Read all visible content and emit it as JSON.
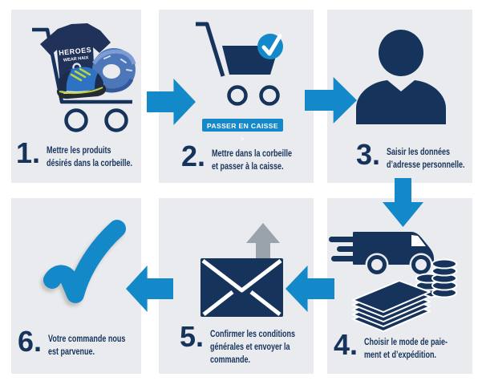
{
  "colors": {
    "page_bg": "#ffffff",
    "panel_bg": "#e9ebee",
    "navy": "#16335c",
    "blue": "#1489c9",
    "arrow_gray": "#9aa3ab",
    "shirt_navy": "#20315a",
    "scarf_blue": "#4e77ba",
    "scarf_light": "#7d9cd4",
    "scarf_dark": "#33589c",
    "shoe_blue": "#2e72c4",
    "shoe_dark": "#1d2b4d",
    "sole_dark": "#262b33",
    "lime": "#b9d53c"
  },
  "steps": [
    {
      "number": "1.",
      "lines": [
        "Mettre les produits",
        "désirés dans la corbeille."
      ],
      "icon": "shopping-cart-with-products",
      "product_print": [
        "HEROES",
        "WEAR HAIX"
      ]
    },
    {
      "number": "2.",
      "lines": [
        "Mettre dans la corbeille",
        "et passer à la caisse."
      ],
      "icon": "shopping-cart-checked",
      "button_label": "PASSER EN CAISSE >"
    },
    {
      "number": "3.",
      "lines": [
        "Saisir les données",
        "d’adresse personnelle."
      ],
      "icon": "person"
    },
    {
      "number": "4.",
      "lines": [
        "Choisir le mode de paie-",
        "ment et d’expédition."
      ],
      "icon": "delivery-van-and-money"
    },
    {
      "number": "5.",
      "lines": [
        "Confirmer les conditions",
        "générales et envoyer la",
        "commande."
      ],
      "icon": "envelope-send"
    },
    {
      "number": "6.",
      "lines": [
        "Votre commande nous",
        "est parvenue."
      ],
      "icon": "checkmark"
    }
  ],
  "arrows": [
    {
      "from": "1",
      "to": "2",
      "direction": "right"
    },
    {
      "from": "2",
      "to": "3",
      "direction": "right"
    },
    {
      "from": "3",
      "to": "4",
      "direction": "down"
    },
    {
      "from": "4",
      "to": "5",
      "direction": "left"
    },
    {
      "from": "5",
      "to": "6",
      "direction": "left"
    }
  ]
}
